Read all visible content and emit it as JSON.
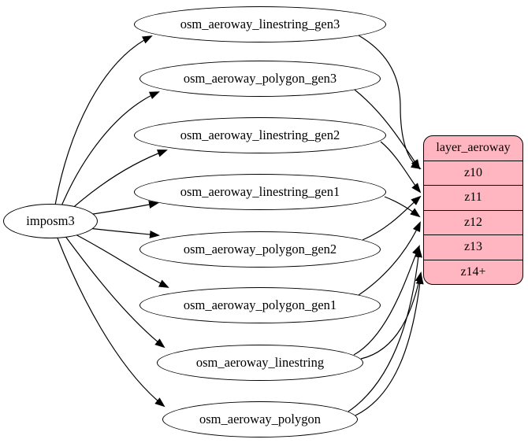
{
  "diagram": {
    "source": {
      "label": "imposm3"
    },
    "tables": [
      {
        "label": "osm_aeroway_linestring_gen3"
      },
      {
        "label": "osm_aeroway_polygon_gen3"
      },
      {
        "label": "osm_aeroway_linestring_gen2"
      },
      {
        "label": "osm_aeroway_linestring_gen1"
      },
      {
        "label": "osm_aeroway_polygon_gen2"
      },
      {
        "label": "osm_aeroway_polygon_gen1"
      },
      {
        "label": "osm_aeroway_linestring"
      },
      {
        "label": "osm_aeroway_polygon"
      }
    ],
    "layer": {
      "title": "layer_aeroway",
      "rows": [
        "z10",
        "z11",
        "z12",
        "z13",
        "z14+"
      ]
    },
    "edges": [
      {
        "from": "imposm3",
        "to": "osm_aeroway_linestring_gen3"
      },
      {
        "from": "imposm3",
        "to": "osm_aeroway_polygon_gen3"
      },
      {
        "from": "imposm3",
        "to": "osm_aeroway_linestring_gen2"
      },
      {
        "from": "imposm3",
        "to": "osm_aeroway_linestring_gen1"
      },
      {
        "from": "imposm3",
        "to": "osm_aeroway_polygon_gen2"
      },
      {
        "from": "imposm3",
        "to": "osm_aeroway_polygon_gen1"
      },
      {
        "from": "imposm3",
        "to": "osm_aeroway_linestring"
      },
      {
        "from": "imposm3",
        "to": "osm_aeroway_polygon"
      },
      {
        "from": "osm_aeroway_linestring_gen3",
        "to": "layer_aeroway:z10"
      },
      {
        "from": "osm_aeroway_polygon_gen3",
        "to": "layer_aeroway:z10"
      },
      {
        "from": "osm_aeroway_linestring_gen2",
        "to": "layer_aeroway:z11"
      },
      {
        "from": "osm_aeroway_polygon_gen2",
        "to": "layer_aeroway:z11"
      },
      {
        "from": "osm_aeroway_linestring_gen1",
        "to": "layer_aeroway:z12"
      },
      {
        "from": "osm_aeroway_polygon_gen1",
        "to": "layer_aeroway:z12"
      },
      {
        "from": "osm_aeroway_linestring",
        "to": "layer_aeroway:z13"
      },
      {
        "from": "osm_aeroway_polygon",
        "to": "layer_aeroway:z13"
      },
      {
        "from": "osm_aeroway_linestring",
        "to": "layer_aeroway:z14+"
      },
      {
        "from": "osm_aeroway_polygon",
        "to": "layer_aeroway:z14+"
      }
    ],
    "colors": {
      "layer_fill": "#ffb6c1",
      "node_fill": "#ffffff",
      "stroke": "#000000"
    }
  }
}
